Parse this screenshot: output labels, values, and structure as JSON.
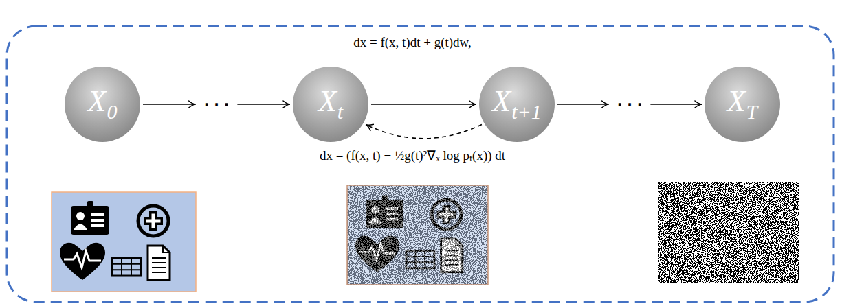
{
  "diagram": {
    "nodes": [
      {
        "text": [
          "X",
          "0"
        ]
      },
      {
        "text": [
          "X",
          "t"
        ]
      },
      {
        "text": [
          "X",
          "t+1"
        ]
      },
      {
        "text": [
          "X",
          "T"
        ]
      }
    ],
    "edges": [
      {
        "from": 0,
        "to": 1,
        "arrow": "to",
        "label": "· · ·"
      },
      {
        "from": 1,
        "to": 2,
        "arrow": "to"
      },
      {
        "from": 2,
        "to": 1,
        "arrow": "to"
      },
      {
        "from": 2,
        "to": 3,
        "arrow": "to",
        "label": "· · ·"
      }
    ],
    "labels": [
      "dx = f(x, t)dt + g(t)dw,",
      "dx = (f(x, t) − ½g(t)²∇ₓ log pₜ(x)) dt"
    ]
  }
}
